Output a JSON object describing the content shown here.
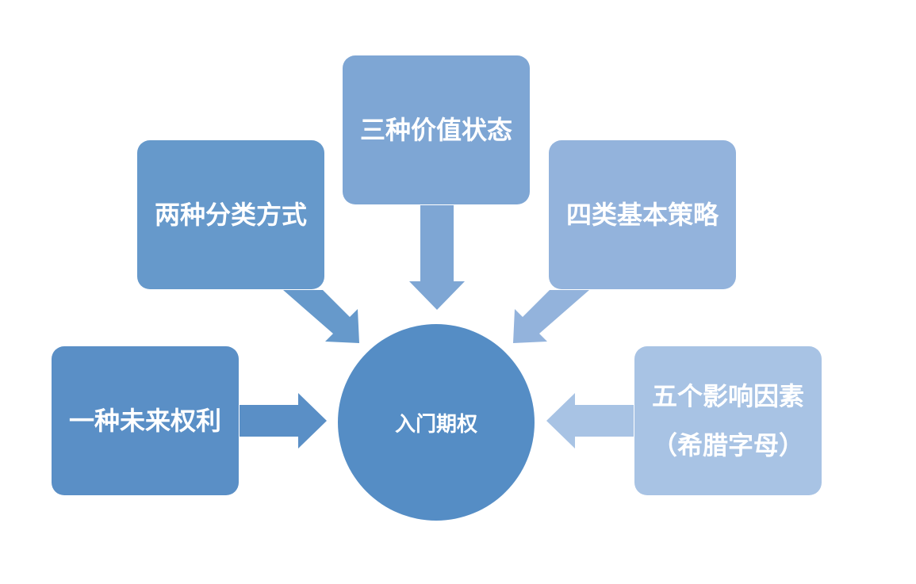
{
  "center": {
    "label": "入门期权",
    "color": "#558dc5"
  },
  "nodes": {
    "left": {
      "label": "一种未来权利",
      "color": "#5a8fc6"
    },
    "upper_left": {
      "label": "两种分类方式",
      "color": "#6699cb"
    },
    "top": {
      "label": "三种价值状态",
      "color": "#7ea6d4"
    },
    "upper_right": {
      "label": "四类基本策略",
      "color": "#93b3dc"
    },
    "right": {
      "label": "五个影响因素",
      "sublabel": "（希腊字母）",
      "color": "#a8c3e4"
    }
  },
  "arrows": [
    {
      "from": "left",
      "to": "center",
      "color": "#5a8fc6"
    },
    {
      "from": "upper_left",
      "to": "center",
      "color": "#6699cb"
    },
    {
      "from": "top",
      "to": "center",
      "color": "#7ea6d4"
    },
    {
      "from": "upper_right",
      "to": "center",
      "color": "#93b3dc"
    },
    {
      "from": "right",
      "to": "center",
      "color": "#a8c3e4"
    }
  ]
}
